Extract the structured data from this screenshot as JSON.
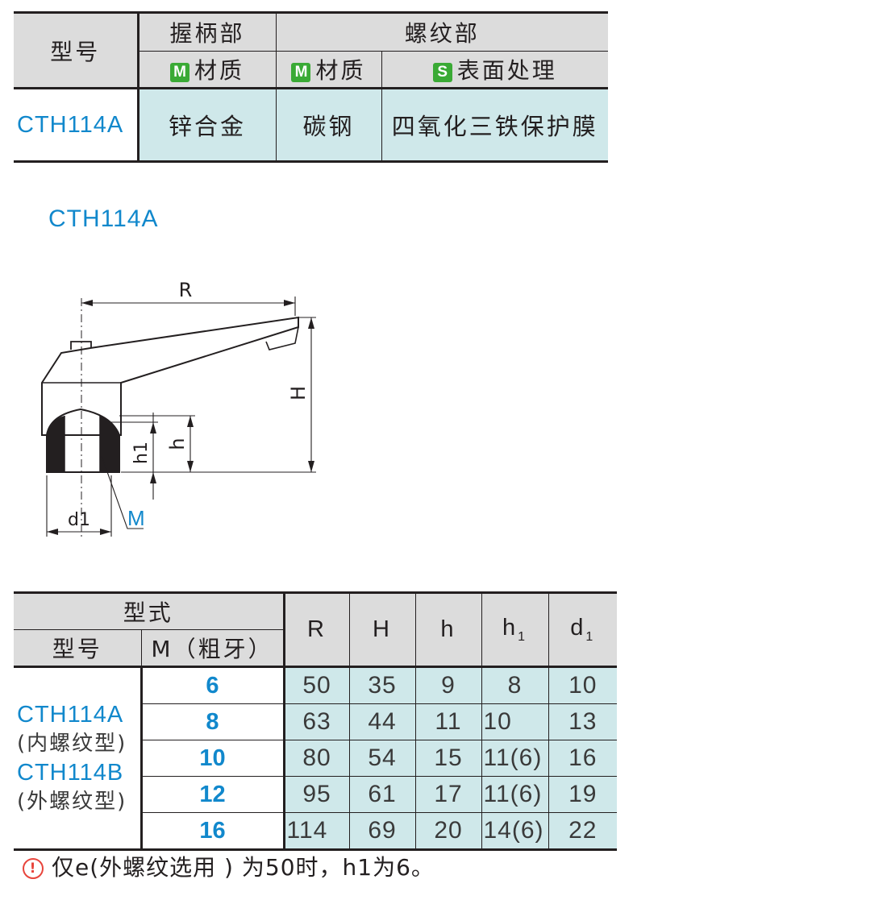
{
  "material_table": {
    "header": {
      "model": "型号",
      "grip_section": "握柄部",
      "thread_section": "螺纹部",
      "material_badge": "M",
      "material": "材质",
      "surface_badge": "S",
      "surface": "表面处理"
    },
    "row": {
      "model": "CTH114A",
      "grip_material": "锌合金",
      "thread_material": "碳钢",
      "thread_surface": "四氧化三铁保护膜"
    }
  },
  "diagram": {
    "title": "CTH114A",
    "labels": {
      "R": "R",
      "H": "H",
      "h": "h",
      "h1": "h1",
      "d1": "d1",
      "M": "M"
    }
  },
  "dimension_table": {
    "header": {
      "type": "型式",
      "model": "型号",
      "m_coarse": "M（粗牙）",
      "R": "R",
      "H": "H",
      "h": "h",
      "h1_main": "h",
      "h1_sub": "1",
      "d1_main": "d",
      "d1_sub": "1"
    },
    "models": {
      "a": "CTH114A",
      "a_desc": "(内螺纹型)",
      "b": "CTH114B",
      "b_desc": "(外螺纹型)"
    },
    "rows": [
      {
        "M": "6",
        "R": "50",
        "H": "35",
        "h": "9",
        "h1": "8",
        "d1": "10"
      },
      {
        "M": "8",
        "R": "63",
        "H": "44",
        "h": "11",
        "h1": "10",
        "d1": "13"
      },
      {
        "M": "10",
        "R": "80",
        "H": "54",
        "h": "15",
        "h1": "11(6)",
        "d1": "16"
      },
      {
        "M": "12",
        "R": "95",
        "H": "61",
        "h": "17",
        "h1": "11(6)",
        "d1": "19"
      },
      {
        "M": "16",
        "R": "114",
        "H": "69",
        "h": "20",
        "h1": "14(6)",
        "d1": "22"
      }
    ]
  },
  "note": {
    "icon": "warning-circle-icon",
    "text": "仅e(外螺纹选用 ) 为50时，h1为6。"
  }
}
